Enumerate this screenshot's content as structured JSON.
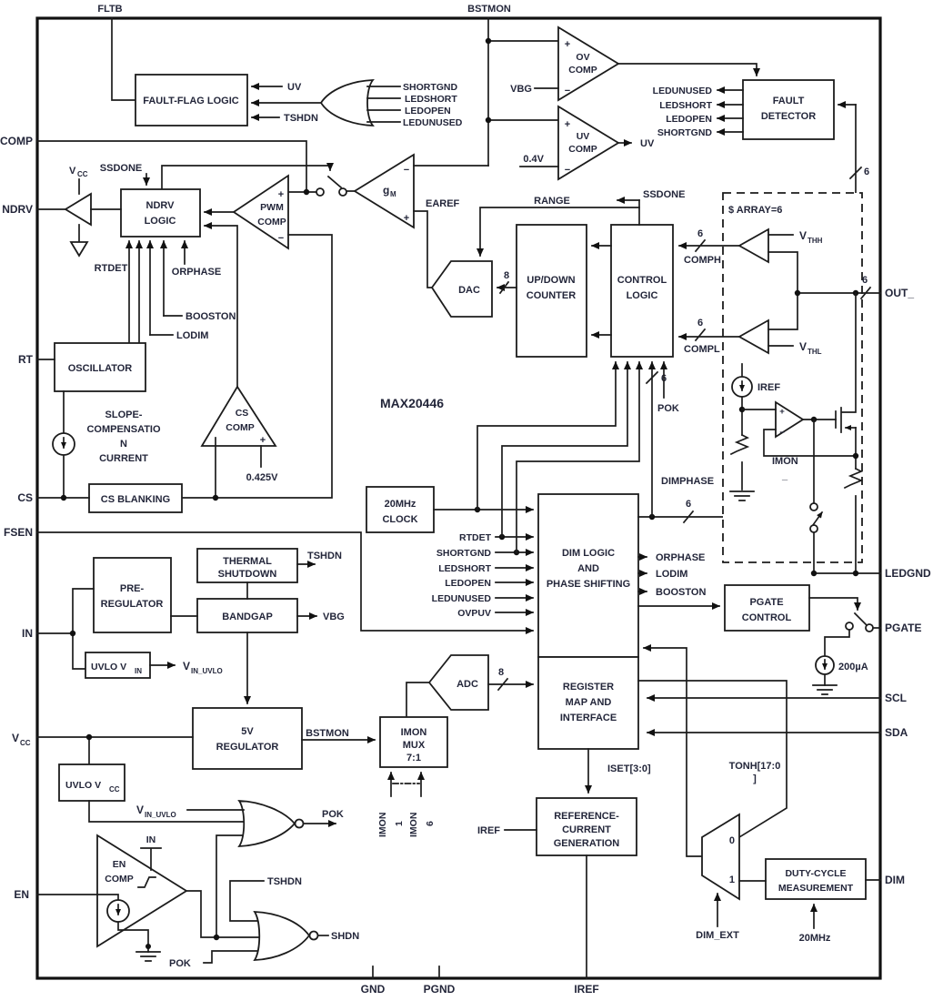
{
  "chip_label": "MAX20446",
  "array_label": "$ ARRAY=6",
  "pins": {
    "fltb": "FLTB",
    "bstmon": "BSTMON",
    "comp": "COMP",
    "ndrv": "NDRV",
    "rt": "RT",
    "cs": "CS",
    "fsen": "FSEN",
    "in": "IN",
    "vcc_base": "V",
    "vcc_sub": "CC",
    "en": "EN",
    "gnd": "GND",
    "pgnd": "PGND",
    "iref": "IREF",
    "out": "OUT_",
    "ledgnd": "LEDGND",
    "pgate": "PGATE",
    "scl": "SCL",
    "sda": "SDA",
    "dim": "DIM"
  },
  "blocks": {
    "fault_flag": "FAULT-FLAG LOGIC",
    "fault_detector": [
      "FAULT",
      "DETECTOR"
    ],
    "ndrv_logic": [
      "NDRV",
      "LOGIC"
    ],
    "oscillator": "OSCILLATOR",
    "slope_comp": [
      "SLOPE-",
      "COMPENSATIO",
      "N",
      "CURRENT"
    ],
    "cs_blanking": "CS BLANKING",
    "clock20": [
      "20MHz",
      "CLOCK"
    ],
    "thermal": [
      "THERMAL",
      "SHUTDOWN"
    ],
    "bandgap": "BANDGAP",
    "pre_regulator": [
      "PRE-",
      "REGULATOR"
    ],
    "uvlo_vin_base": "UVLO V",
    "uvlo_vin_sub": "IN",
    "reg5v": [
      "5V",
      "REGULATOR"
    ],
    "uvlo_vcc_base": "UVLO V",
    "uvlo_vcc_sub": "CC",
    "imon_mux": [
      "IMON",
      "MUX",
      "7:1"
    ],
    "adc": "ADC",
    "dac": "DAC",
    "updown": [
      "UP/DOWN",
      "COUNTER"
    ],
    "control_logic": [
      "CONTROL",
      "LOGIC"
    ],
    "dim_logic": [
      "DIM LOGIC",
      "AND",
      "PHASE SHIFTING"
    ],
    "register_map": [
      "REGISTER",
      "MAP AND",
      "INTERFACE"
    ],
    "ref_current": [
      "REFERENCE-",
      "CURRENT",
      "GENERATION"
    ],
    "pgate_control": [
      "PGATE",
      "CONTROL"
    ],
    "duty_cycle": [
      "DUTY-CYCLE",
      "MEASUREMENT"
    ]
  },
  "amps": {
    "ov": [
      "OV",
      "COMP"
    ],
    "uv": [
      "UV",
      "COMP"
    ],
    "pwm": [
      "PWM",
      "COMP"
    ],
    "cs": [
      "CS",
      "COMP"
    ],
    "en": [
      "EN",
      "COMP"
    ],
    "gm_base": "g",
    "gm_sub": "M"
  },
  "signals": {
    "uv": "UV",
    "tshdn": "TSHDN",
    "shortgnd": "SHORTGND",
    "ledshort": "LEDSHORT",
    "ledopen": "LEDOPEN",
    "ledunused": "LEDUNUSED",
    "ssdone": "SSDONE",
    "range": "RANGE",
    "earef": "EAREF",
    "comph": "COMPH",
    "compl": "COMPL",
    "pok": "POK",
    "rtdet": "RTDET",
    "orphase": "ORPHASE",
    "booston": "BOOSTON",
    "lodim": "LODIM",
    "dimphase": "DIMPHASE",
    "ovpuv": "OVPUV",
    "vbg": "VBG",
    "bstmon": "BSTMON",
    "shdn": "SHDN",
    "v_base": "V",
    "vin_uvlo_sub": "IN_UVLO",
    "vthh_sub": "THH",
    "vthl_sub": "THL",
    "iref": "IREF",
    "imon": "IMON",
    "imon_us": "_",
    "iset": "ISET[3:0]",
    "tonh": [
      "TONH[17:0",
      "]"
    ],
    "dim_ext": "DIM_EXT",
    "mhz20": "20MHz",
    "ua200": "200µA",
    "in_tap": "IN",
    "plus": "+",
    "minus": "−"
  },
  "values": {
    "v04": "0.4V",
    "v0425": "0.425V",
    "bus6": "6",
    "bus8": "8",
    "mux0": "0",
    "mux1": "1",
    "imon1": "1",
    "imon6": "6"
  }
}
